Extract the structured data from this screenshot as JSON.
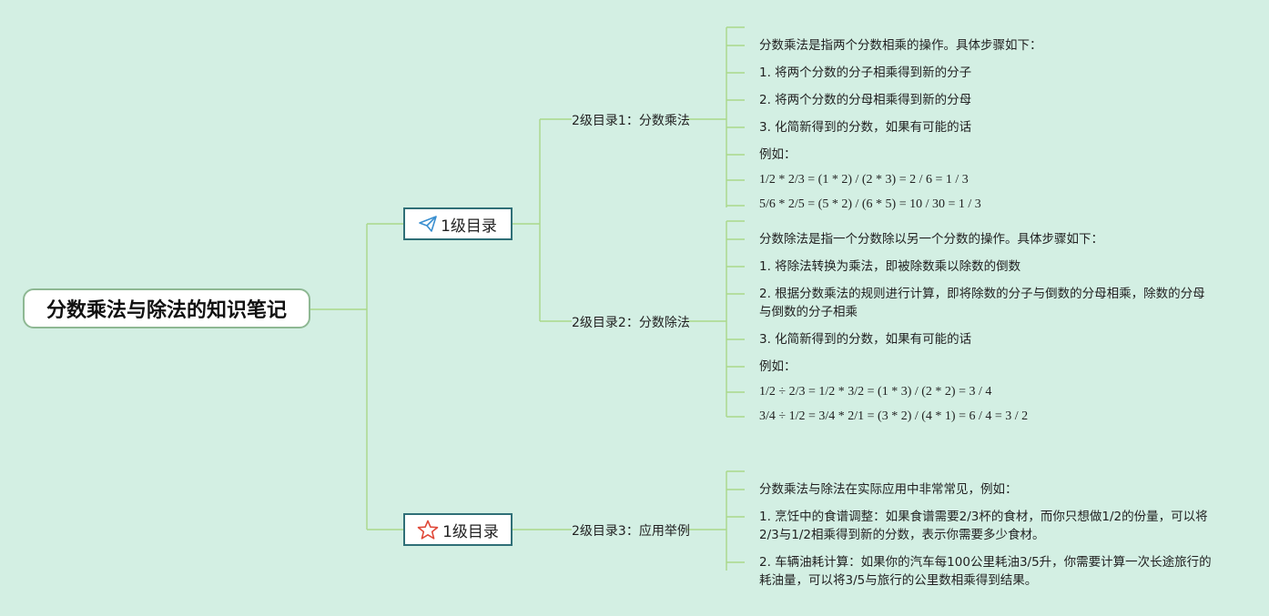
{
  "root": {
    "title": "分数乘法与除法的知识笔记"
  },
  "level1": [
    {
      "label": "1级目录",
      "icon": "paper-plane-icon"
    },
    {
      "label": "1级目录",
      "icon": "star-icon"
    }
  ],
  "level2": [
    {
      "label": "2级目录1：分数乘法"
    },
    {
      "label": "2级目录2：分数除法"
    },
    {
      "label": "2级目录3：应用举例"
    }
  ],
  "multiplication": [
    "分数乘法是指两个分数相乘的操作。具体步骤如下：",
    "1. 将两个分数的分子相乘得到新的分子",
    "2. 将两个分数的分母相乘得到新的分母",
    "3. 化简新得到的分数，如果有可能的话",
    "例如：",
    "1/2 * 2/3 = (1 * 2) / (2 * 3) = 2 / 6 = 1 / 3",
    "5/6 * 2/5 = (5 * 2) / (6 * 5) = 10 / 30 = 1 / 3"
  ],
  "division": [
    "分数除法是指一个分数除以另一个分数的操作。具体步骤如下：",
    "1. 将除法转换为乘法，即被除数乘以除数的倒数",
    "2. 根据分数乘法的规则进行计算，即将除数的分子与倒数的分母相乘，除数的分母与倒数的分子相乘",
    "3. 化简新得到的分数，如果有可能的话",
    "例如：",
    "1/2 ÷ 2/3 = 1/2 * 3/2 = (1 * 3) / (2 * 2) = 3 / 4",
    "3/4 ÷ 1/2 = 3/4 * 2/1 = (3 * 2) / (4 * 1) = 6 / 4 = 3 / 2"
  ],
  "application": [
    "分数乘法与除法在实际应用中非常常见，例如：",
    "1. 烹饪中的食谱调整：如果食谱需要2/3杯的食材，而你只想做1/2的份量，可以将2/3与1/2相乘得到新的分数，表示你需要多少食材。",
    "2. 车辆油耗计算：如果你的汽车每100公里耗油3/5升，你需要计算一次长途旅行的耗油量，可以将3/5与旅行的公里数相乘得到结果。"
  ],
  "colors": {
    "background": "#d3efe3",
    "connector": "#a9d88a",
    "l1_border": "#2f6f77",
    "plane": "#3a8fd0",
    "star": "#e04a3a"
  }
}
